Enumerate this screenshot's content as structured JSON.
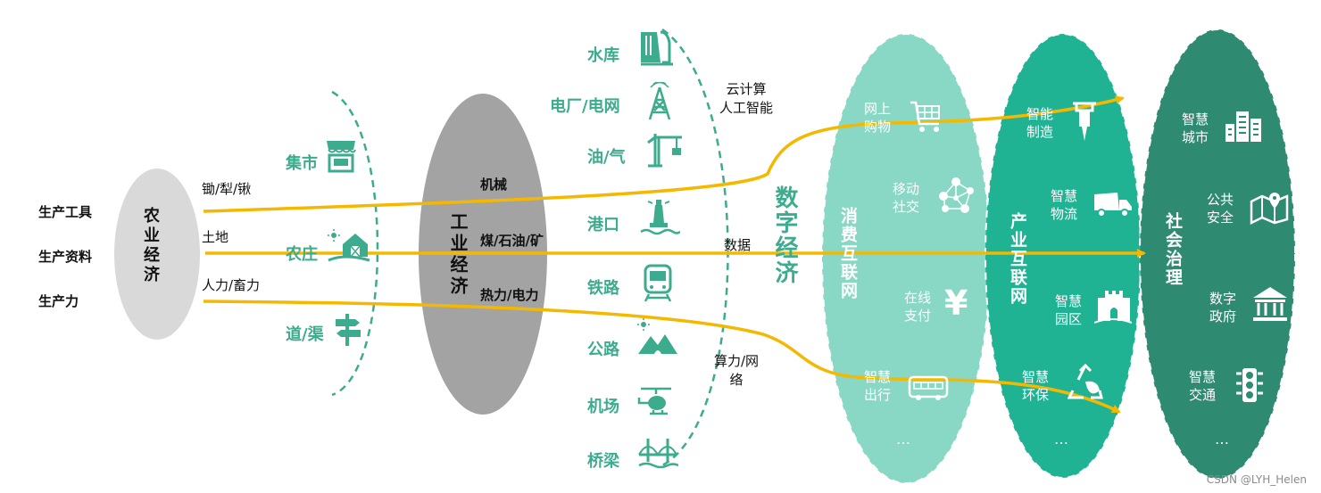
{
  "inputs": [
    "生产工具",
    "生产资料",
    "生产力"
  ],
  "agri": {
    "title": "农业经济",
    "tools": "锄/犁/锹",
    "land": "土地",
    "power": "人力/畜力",
    "items": [
      "集市",
      "农庄",
      "道/渠"
    ]
  },
  "industry": {
    "title": "工业经济",
    "items": [
      "机械",
      "煤/石油/矿",
      "热力/电力"
    ],
    "infra": [
      "水库",
      "电厂/电网",
      "油/气",
      "港口",
      "铁路",
      "公路",
      "机场",
      "桥梁"
    ]
  },
  "digital": {
    "title": "数字经济",
    "cloud": "云计算\n人工智能",
    "data": "数据",
    "compute": "算力/网\n络"
  },
  "consumer": {
    "title": "消费互联网",
    "items": [
      "网上\n购物",
      "移动\n社交",
      "在线\n支付",
      "智慧\n出行"
    ],
    "more": "…"
  },
  "industrial": {
    "title": "产业互联网",
    "items": [
      "智能\n制造",
      "智慧\n物流",
      "智慧\n园区",
      "智慧\n环保"
    ],
    "more": "…"
  },
  "governance": {
    "title": "社会治理",
    "items": [
      "智慧\n城市",
      "公共\n安全",
      "数字\n政府",
      "智慧\n交通"
    ],
    "more": "…"
  },
  "watermark": "CSDN @LYH_Helen",
  "colors": {
    "green": "#3dab8e",
    "arrow": "#f5b800",
    "ellipse1": "#89d8c6",
    "ellipse2": "#1fb394",
    "ellipse3": "#2f8a72",
    "agri_fill": "#d9d9d9",
    "industry_fill": "#a3a3a3"
  },
  "icons": [
    "market-stall-icon",
    "farm-barn-icon",
    "signpost-icon",
    "dam-icon",
    "power-tower-icon",
    "oil-crane-icon",
    "lighthouse-icon",
    "train-icon",
    "mountain-road-icon",
    "helicopter-icon",
    "bridge-icon",
    "shopping-cart-icon",
    "social-network-icon",
    "yen-icon",
    "bus-icon",
    "drill-icon",
    "truck-icon",
    "castle-icon",
    "recycle-icon",
    "city-buildings-icon",
    "map-pin-icon",
    "government-building-icon",
    "traffic-light-icon"
  ]
}
